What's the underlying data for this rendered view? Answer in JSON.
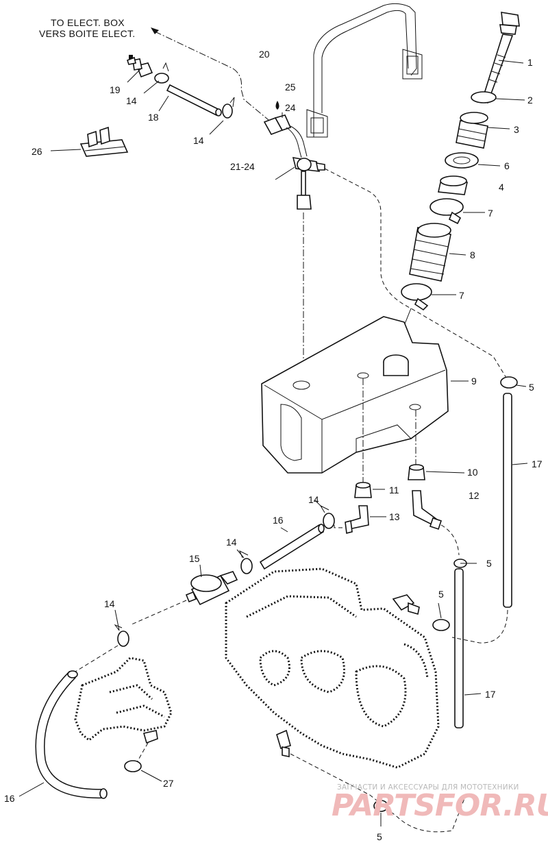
{
  "header": {
    "line1": "TO ELECT. BOX",
    "line2": "VERS BOITE ELECT."
  },
  "callouts": {
    "c1": "1",
    "c2": "2",
    "c3": "3",
    "c4": "4",
    "c6": "6",
    "c7a": "7",
    "c7b": "7",
    "c8": "8",
    "c9": "9",
    "c5a": "5",
    "c5b": "5",
    "c5c": "5",
    "c5d": "5",
    "c10": "10",
    "c11": "11",
    "c12": "12",
    "c13": "13",
    "c14a": "14",
    "c14b": "14",
    "c14c": "14",
    "c14d": "14",
    "c14e": "14",
    "c15": "15",
    "c16a": "16",
    "c16b": "16",
    "c17a": "17",
    "c17b": "17",
    "c18": "18",
    "c19": "19",
    "c20": "20",
    "c21": "21-24",
    "c24": "24",
    "c25": "25",
    "c26": "26",
    "c27": "27"
  },
  "watermark": {
    "line1": "ЗАПЧАСТИ И АКСЕССУАРЫ ДЛЯ МОТОТЕХНИКИ",
    "line2": "PARTSFOR.RU"
  }
}
